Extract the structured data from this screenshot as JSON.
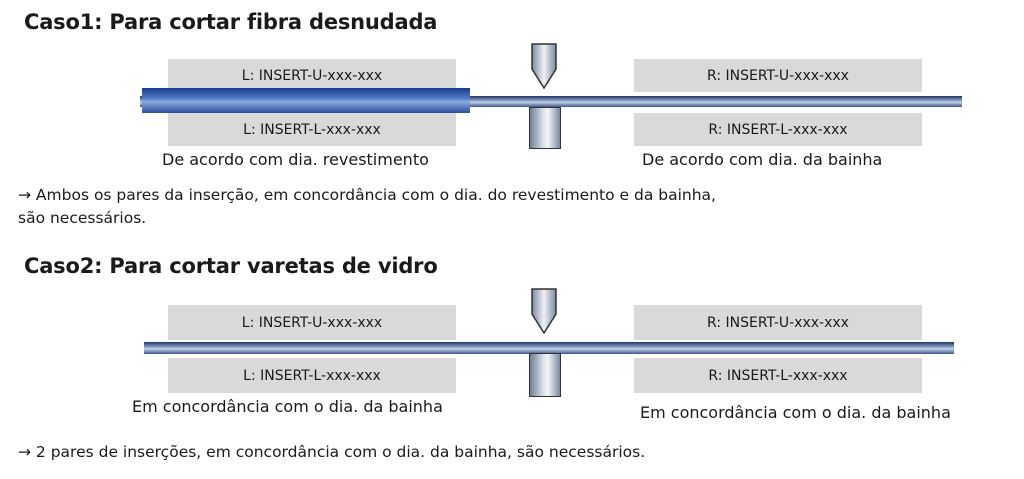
{
  "case1": {
    "title": "Caso1: Para cortar fibra desnudada",
    "left_upper": "L: INSERT-U-xxx-xxx",
    "left_lower": "L: INSERT-L-xxx-xxx",
    "right_upper": "R: INSERT-U-xxx-xxx",
    "right_lower": "R: INSERT-L-xxx-xxx",
    "left_caption": "De acordo com dia. revestimento",
    "right_caption": "De acordo com dia. da bainha",
    "note_line1": "→ Ambos os pares da inserção, em concordância com o dia. do revestimento e da bainha,",
    "note_line2": "são necessários."
  },
  "case2": {
    "title": "Caso2: Para cortar varetas de vidro",
    "left_upper": "L: INSERT-U-xxx-xxx",
    "left_lower": "L: INSERT-L-xxx-xxx",
    "right_upper": "R: INSERT-U-xxx-xxx",
    "right_lower": "R: INSERT-L-xxx-xxx",
    "left_caption": "Em concordância com o dia. da bainha",
    "right_caption": "Em concordância com o dia. da bainha",
    "note": "→ 2 pares de inserções, em concordância com o dia. da bainha, são necessários."
  }
}
